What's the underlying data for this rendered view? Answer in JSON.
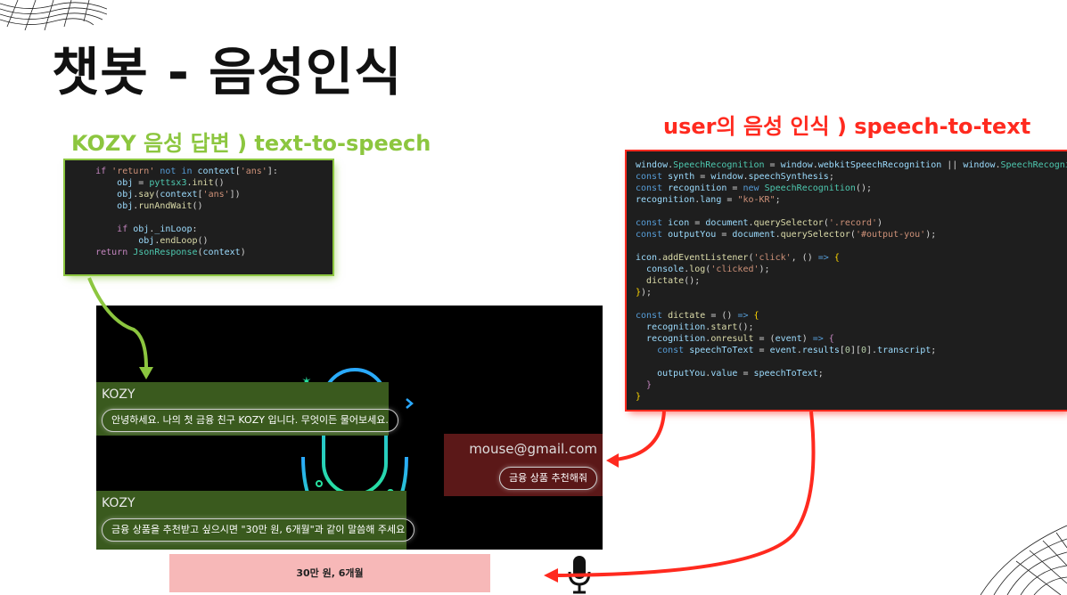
{
  "page": {
    "title": "챗봇 - 음성인식",
    "tts_heading": "KOZY 음성 답변 ) text-to-speech",
    "stt_heading": "user의 음성 인식 ) speech-to-text"
  },
  "chat": {
    "bot_name": "KOZY",
    "bot_message_1": "안녕하세요. 나의 첫 금융 친구 KOZY 입니다. 무엇이든 물어보세요.",
    "bot_message_2": "금융 상품을 추천받고 싶으시면 \"30만 원, 6개월\"과 같이 말씀해 주세요",
    "user_email": "mouse@gmail.com",
    "user_message": "금융 상품 추천해줘",
    "input_value": "30만 원, 6개월"
  },
  "colors": {
    "green_accent": "#8cc63f",
    "red_accent": "#ff2a1f",
    "bot_bubble": "#3a5a1e",
    "user_bubble": "#5b1818",
    "input_bar": "#f7b8b8"
  }
}
